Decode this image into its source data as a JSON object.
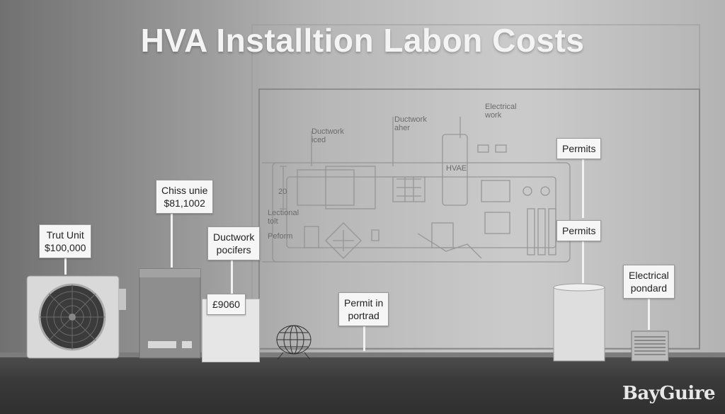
{
  "title": "HVA Installtion Labon Costs",
  "labels": {
    "trut_unit": {
      "line1": "Trut Unit",
      "line2": "$100,000"
    },
    "chiss_unie": {
      "line1": "Chiss unie",
      "line2": "$81,1002"
    },
    "ductwork": {
      "line1": "Ductwork",
      "line2": "pocifers"
    },
    "cost_9060": {
      "line1": "£9060"
    },
    "permit_in": {
      "line1": "Permit in",
      "line2": "portrad"
    },
    "permits_top": {
      "line1": "Permits"
    },
    "permits_mid": {
      "line1": "Permits"
    },
    "electrical": {
      "line1": "Electrical",
      "line2": "pondard"
    }
  },
  "blueprint": {
    "ductwork_iced": {
      "line1": "Ductwork",
      "line2": "iced"
    },
    "ductwork_aher": {
      "line1": "Ductwork",
      "line2": "aher"
    },
    "electrical_work": {
      "line1": "Electrical",
      "line2": "work"
    },
    "hvac": "HVAE",
    "num_20": "20",
    "lectional": {
      "line1": "Lectional",
      "line2": "tolt"
    },
    "peform": "Peform"
  },
  "watermark": "BayGuire"
}
